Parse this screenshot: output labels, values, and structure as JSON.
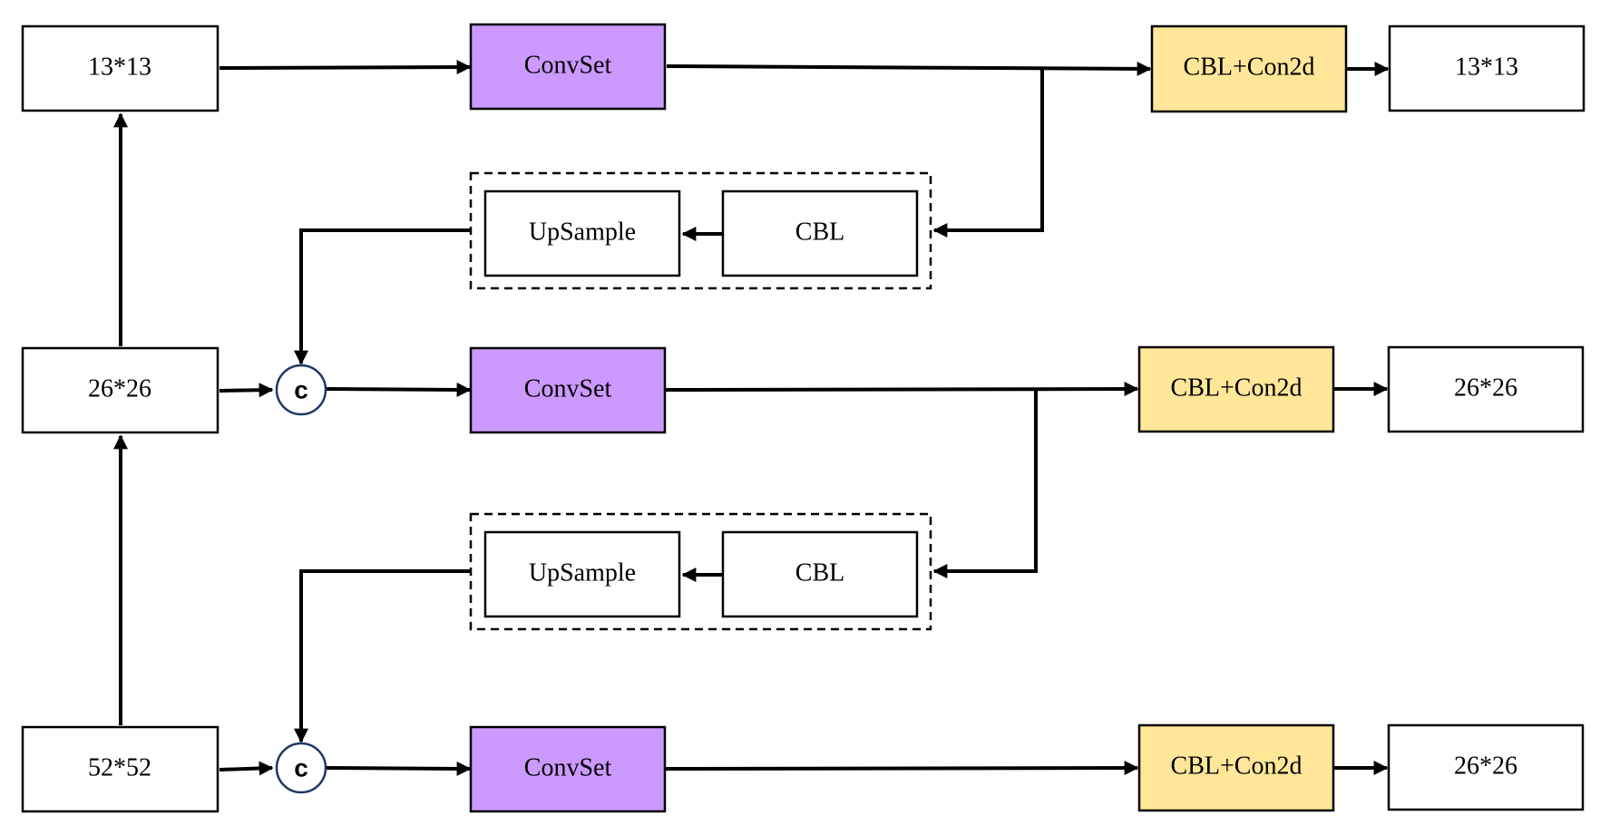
{
  "colors": {
    "convset_fill": "#cc99ff",
    "head_fill": "#ffe699",
    "plain_fill": "#ffffff",
    "concat_stroke": "#1f3864"
  },
  "rows": [
    {
      "input": "13*13",
      "convset": "ConvSet",
      "head": "CBL+Con2d",
      "output": "13*13"
    },
    {
      "input": "26*26",
      "concat": "c",
      "convset": "ConvSet",
      "head": "CBL+Con2d",
      "output": "26*26"
    },
    {
      "input": "52*52",
      "concat": "c",
      "convset": "ConvSet",
      "head": "CBL+Con2d",
      "output": "26*26"
    }
  ],
  "upsample_blocks": [
    {
      "upsample": "UpSample",
      "cbl": "CBL"
    },
    {
      "upsample": "UpSample",
      "cbl": "CBL"
    }
  ]
}
